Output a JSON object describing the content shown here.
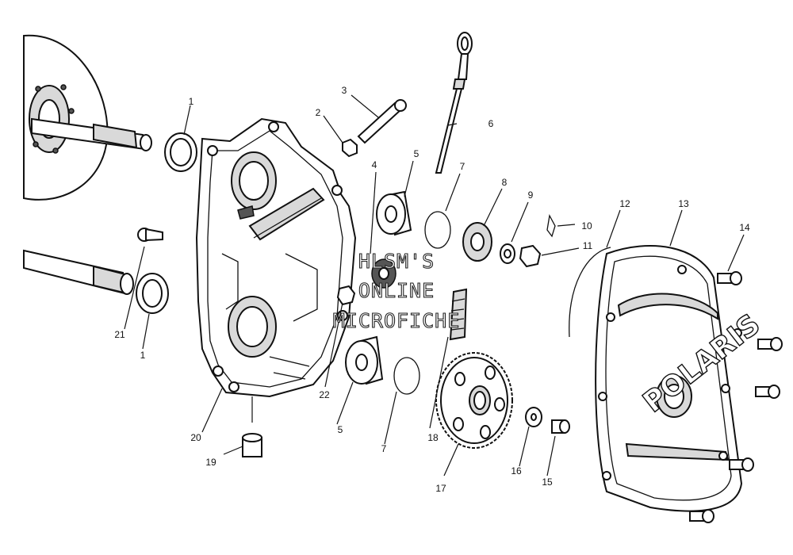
{
  "watermark": {
    "line1": "HLSM'S",
    "line2": "ONLINE",
    "line3": "MICROFICHE"
  },
  "cover_logo": "POLARIS",
  "callouts": {
    "c1a": "1",
    "c1b": "1",
    "c2": "2",
    "c3": "3",
    "c4": "4",
    "c5a": "5",
    "c5b": "5",
    "c6": "6",
    "c7a": "7",
    "c7b": "7",
    "c8": "8",
    "c9": "9",
    "c10": "10",
    "c11": "11",
    "c12": "12",
    "c13": "13",
    "c14": "14",
    "c15": "15",
    "c16": "16",
    "c17": "17",
    "c18": "18",
    "c19": "19",
    "c20": "20",
    "c21": "21",
    "c22": "22"
  }
}
